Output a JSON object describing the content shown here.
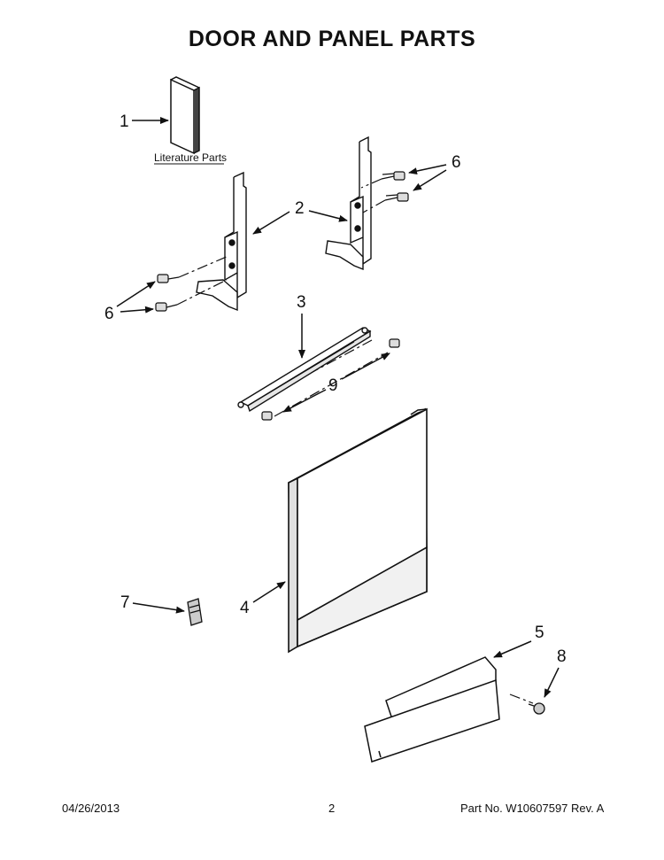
{
  "title": "DOOR AND PANEL PARTS",
  "literature_label": "Literature Parts",
  "callouts": {
    "c1": "1",
    "c2": "2",
    "c3": "3",
    "c4": "4",
    "c5": "5",
    "c6_top": "6",
    "c6_left": "6",
    "c7": "7",
    "c8": "8",
    "c9": "9"
  },
  "footer": {
    "date": "04/26/2013",
    "page": "2",
    "part_no": "Part No.  W10607597  Rev.  A"
  }
}
